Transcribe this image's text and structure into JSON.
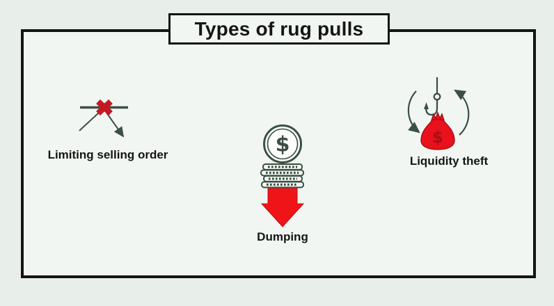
{
  "title": "Types of rug pulls",
  "items": [
    {
      "label": "Limiting selling order",
      "icon": "blocked-sell-order-icon"
    },
    {
      "label": "Dumping",
      "icon": "coins-dump-arrow-icon"
    },
    {
      "label": "Liquidity theft",
      "icon": "hooked-money-bag-icon"
    }
  ],
  "glyphs": {
    "dollar": "$"
  },
  "colors": {
    "bg-outer": "#e8eee9",
    "bg-inner": "#f2f6f2",
    "frame-border": "#141414",
    "text": "#151515",
    "ink": "#3b4f44",
    "red-x": "#c41824",
    "red-arrow": "#ee1418",
    "red-bag": "#e8111c",
    "red-bag-dark": "#a80f16"
  }
}
